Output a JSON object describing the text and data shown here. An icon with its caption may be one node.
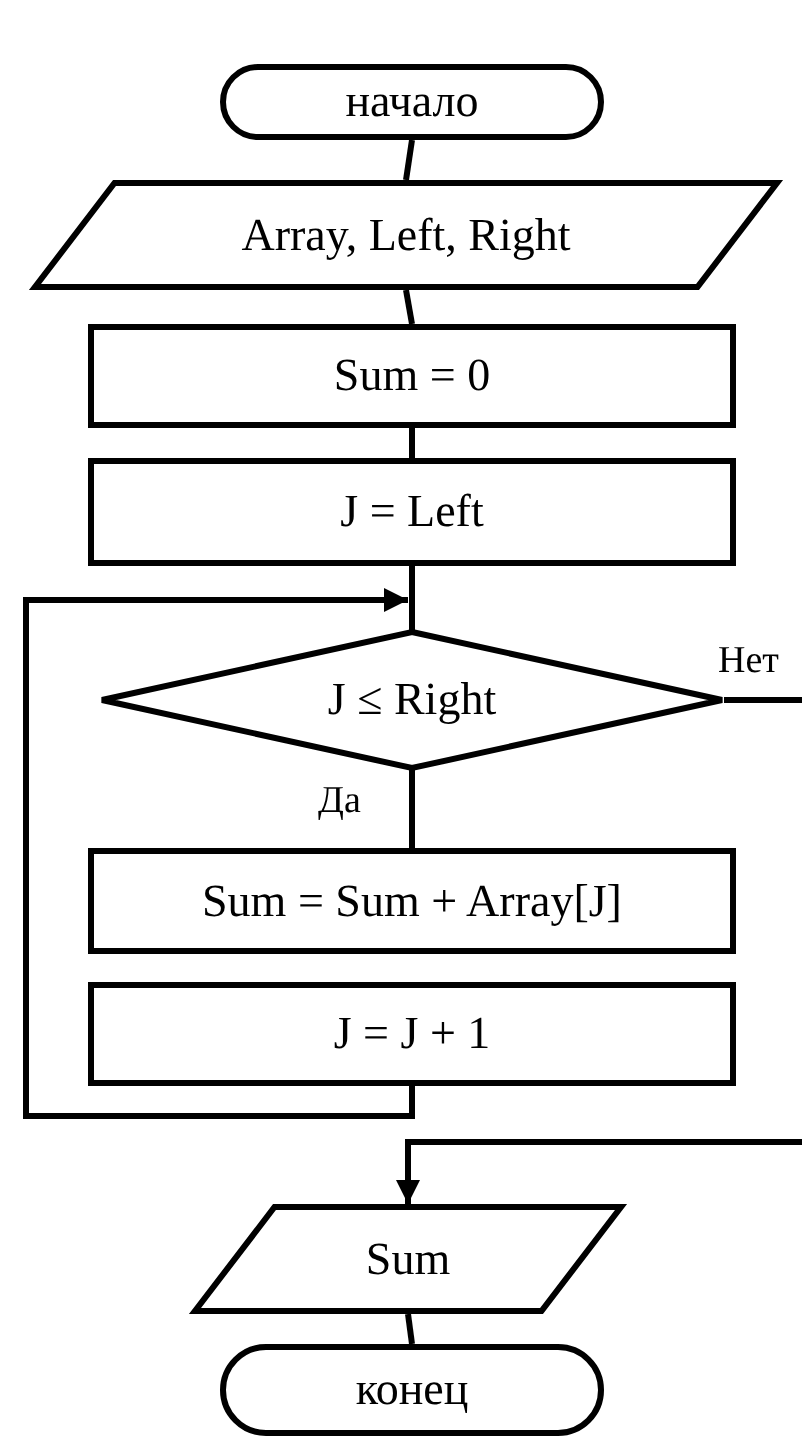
{
  "diagram": {
    "nodes": [
      {
        "text": [
          "начало"
        ]
      },
      {
        "text": [
          "Array, Left, Right"
        ]
      },
      {
        "text": [
          "Sum = 0"
        ]
      },
      {
        "text": [
          "J = Left"
        ]
      },
      {
        "text": [
          "J ≤  Right"
        ]
      },
      {
        "text": [
          "Sum = Sum + Array[J]"
        ]
      },
      {
        "text": [
          "J = J + 1"
        ]
      },
      {
        "text": [
          "Sum"
        ]
      },
      {
        "text": [
          "конец"
        ]
      }
    ],
    "edges": [
      {
        "from": 0,
        "to": 1,
        "arrow": "none"
      },
      {
        "from": 1,
        "to": 2,
        "arrow": "none"
      },
      {
        "from": 2,
        "to": 3,
        "arrow": "none"
      },
      {
        "from": 3,
        "to": 4,
        "arrow": "none"
      },
      {
        "from": 4,
        "to": 5,
        "arrow": "none",
        "label": "Да"
      },
      {
        "from": 6,
        "to": 4,
        "arrow": "to"
      },
      {
        "from": 4,
        "to": null,
        "arrow": "none",
        "label": "Нет"
      },
      {
        "from": null,
        "to": 7,
        "arrow": "to"
      },
      {
        "from": 7,
        "to": 8,
        "arrow": "none"
      }
    ]
  }
}
